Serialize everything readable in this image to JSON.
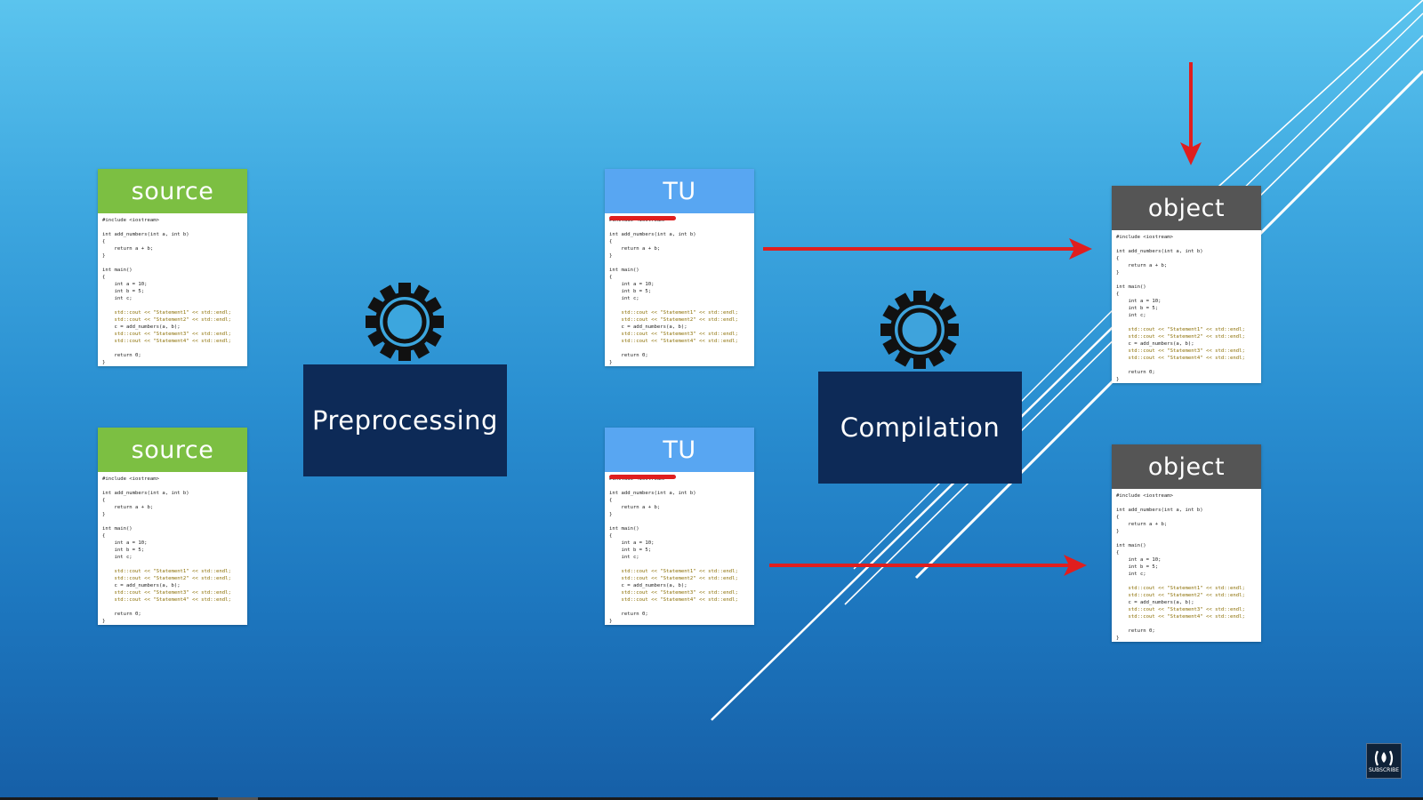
{
  "diagram": {
    "source_label": "source",
    "tu_label": "TU",
    "object_label": "object",
    "preprocessing_label": "Preprocessing",
    "compilation_label": "Compilation"
  },
  "code_lines": [
    "#include <iostream>",
    "",
    "int add_numbers(int a, int b)",
    "{",
    "    return a + b;",
    "}",
    "",
    "int main()",
    "{",
    "    int a = 10;",
    "    int b = 5;",
    "    int c;",
    "",
    "    std::cout << \"Statement1\" << std::endl;",
    "    std::cout << \"Statement2\" << std::endl;",
    "    c = add_numbers(a, b);",
    "    std::cout << \"Statement3\" << std::endl;",
    "    std::cout << \"Statement4\" << std::endl;",
    "",
    "    return 0;",
    "}"
  ],
  "colors": {
    "source_header": "#7cbf42",
    "tu_header": "#58a6f2",
    "object_header": "#555555",
    "process_box": "#0d2a57",
    "arrow": "#e01e1e"
  },
  "icons": [
    "gear-icon",
    "arrow-right-icon",
    "arrow-down-icon",
    "channel-logo-icon"
  ],
  "subscribe_label": "SUBSCRIBE"
}
